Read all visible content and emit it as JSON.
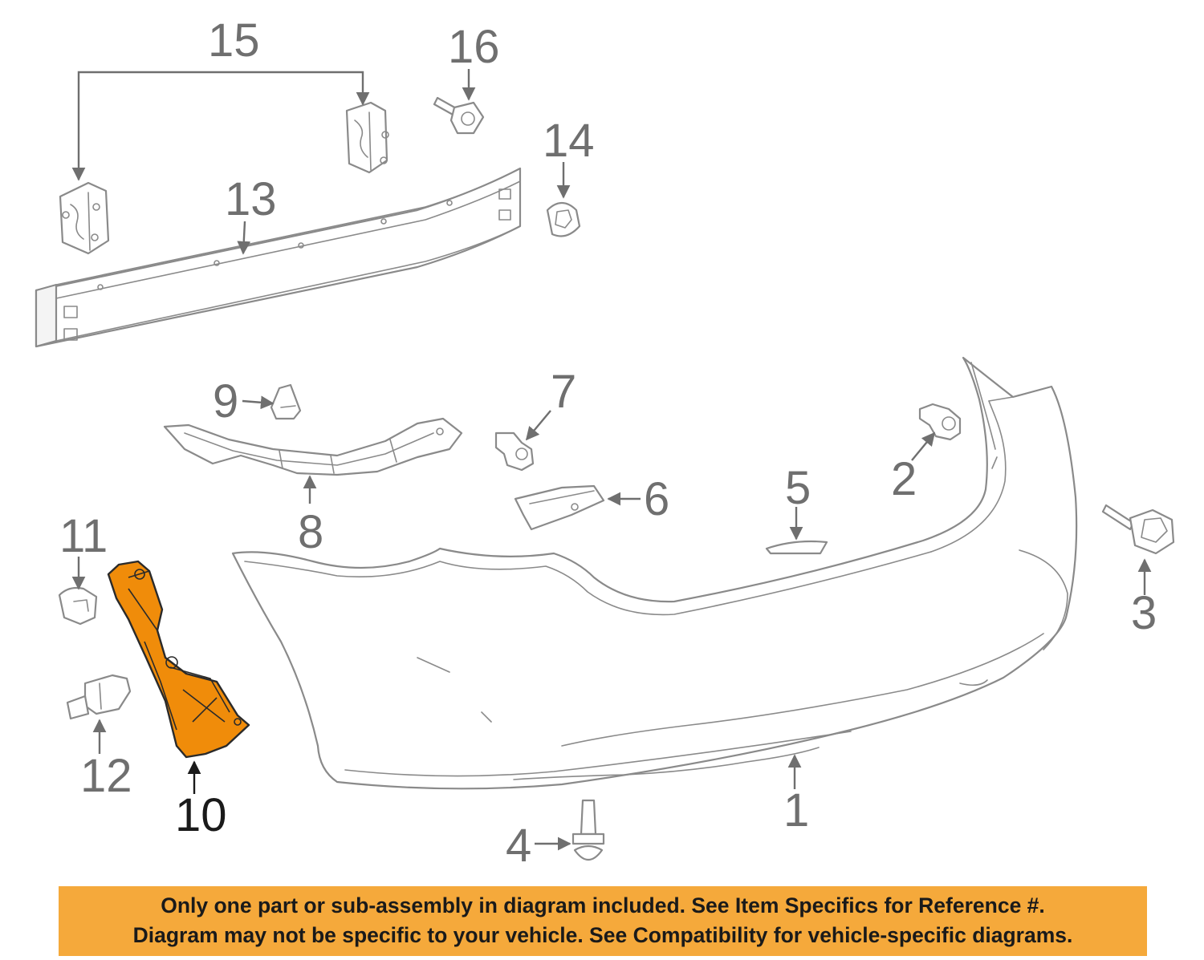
{
  "colors": {
    "highlight": "#f08c0a",
    "notice_background": "#f5a93b",
    "line": "#8a8a8a",
    "callout_text": "#6f6f6f"
  },
  "callouts": {
    "p1": "1",
    "p2": "2",
    "p3": "3",
    "p4": "4",
    "p5": "5",
    "p6": "6",
    "p7": "7",
    "p8": "8",
    "p9": "9",
    "p10": "10",
    "p11": "11",
    "p12": "12",
    "p13": "13",
    "p14": "14",
    "p15": "15",
    "p16": "16"
  },
  "highlighted_part": "10",
  "notice": {
    "line1": "Only one part or sub-assembly in diagram included. See Item Specifics for Reference #.",
    "line2": "Diagram may not be specific to your vehicle. See Compatibility for vehicle-specific diagrams."
  }
}
